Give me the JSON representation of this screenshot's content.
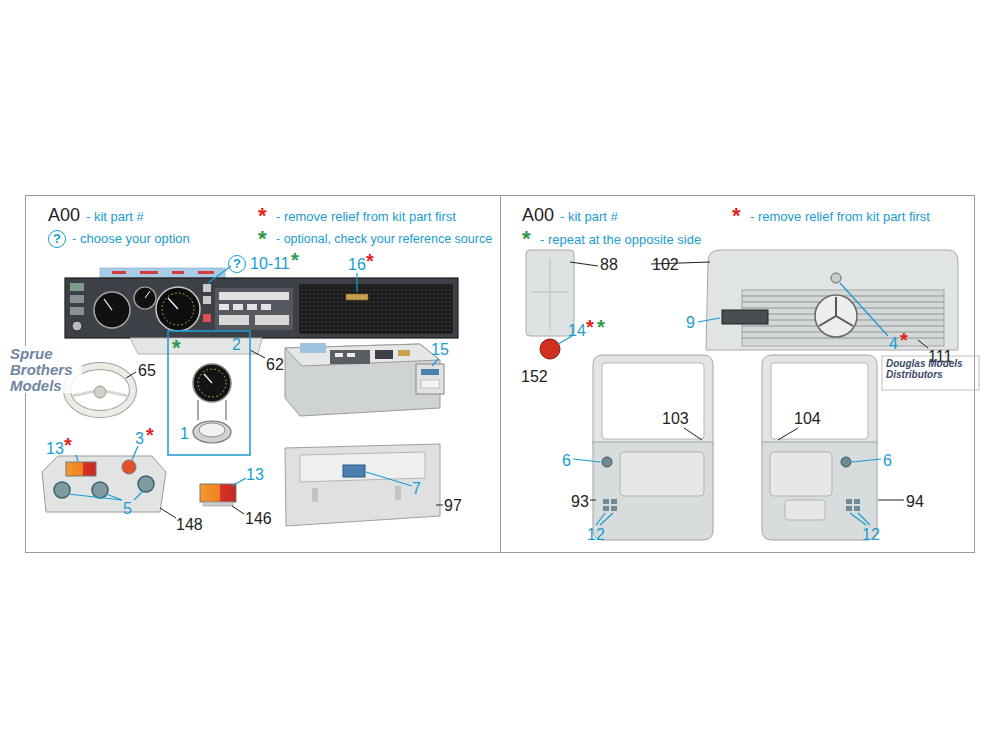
{
  "diagram": {
    "nodes": [
      {
        "text": [
          "A00",
          "- kit part #",
          "*",
          "- remove relief from kit part first",
          "?",
          "- choose your option",
          "*",
          "- optional, check your reference source"
        ]
      },
      {
        "text": [
          "A00",
          "- kit part #",
          "*",
          "- remove relief from kit part first",
          "*",
          "- repeat at the opposite side"
        ]
      }
    ],
    "labels": [
      "?",
      "10-11",
      "*",
      "16",
      "*",
      "65",
      "62",
      "*",
      "2",
      "1",
      "15",
      "13",
      "*",
      "3",
      "*",
      "5",
      "148",
      "13",
      "146",
      "7",
      "97",
      "Sprue Brothers Models",
      "88",
      "102",
      "14",
      "*",
      "*",
      "152",
      "9",
      "4",
      "*",
      "111",
      "Douglas Models Distributors",
      "103",
      "104",
      "6",
      "6",
      "93",
      "94",
      "12",
      "12"
    ]
  }
}
